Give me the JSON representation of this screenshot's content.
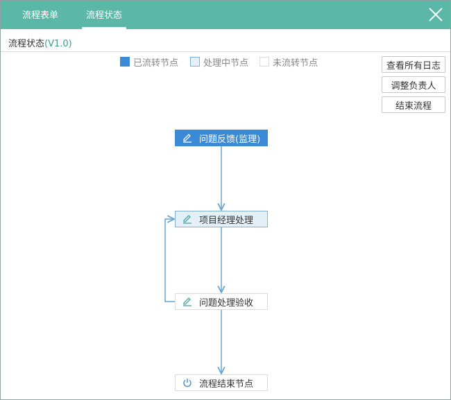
{
  "tabs": [
    {
      "label": "流程表单",
      "active": false
    },
    {
      "label": "流程状态",
      "active": true
    }
  ],
  "subtitle": {
    "label": "流程状态",
    "version": "(V1.0)"
  },
  "legend": [
    {
      "label": "已流转节点",
      "color": "#3a8ad6"
    },
    {
      "label": "处理中节点",
      "color": "#e3f0f7"
    },
    {
      "label": "未流转节点",
      "color": "#ffffff"
    }
  ],
  "actions": {
    "view_logs": "查看所有日志",
    "change_owner": "调整负责人",
    "end_flow": "结束流程"
  },
  "nodes": [
    {
      "label": "问题反馈(监理)",
      "state": "done",
      "icon": "pencil-icon"
    },
    {
      "label": "项目经理处理",
      "state": "processing",
      "icon": "pencil-icon"
    },
    {
      "label": "问题处理验收",
      "state": "pending",
      "icon": "pencil-icon"
    },
    {
      "label": "流程结束节点",
      "state": "pending",
      "icon": "power-icon"
    }
  ],
  "colors": {
    "header": "#5bb8a6",
    "accent": "#3a8ad6",
    "edge": "#6aa3cf"
  }
}
